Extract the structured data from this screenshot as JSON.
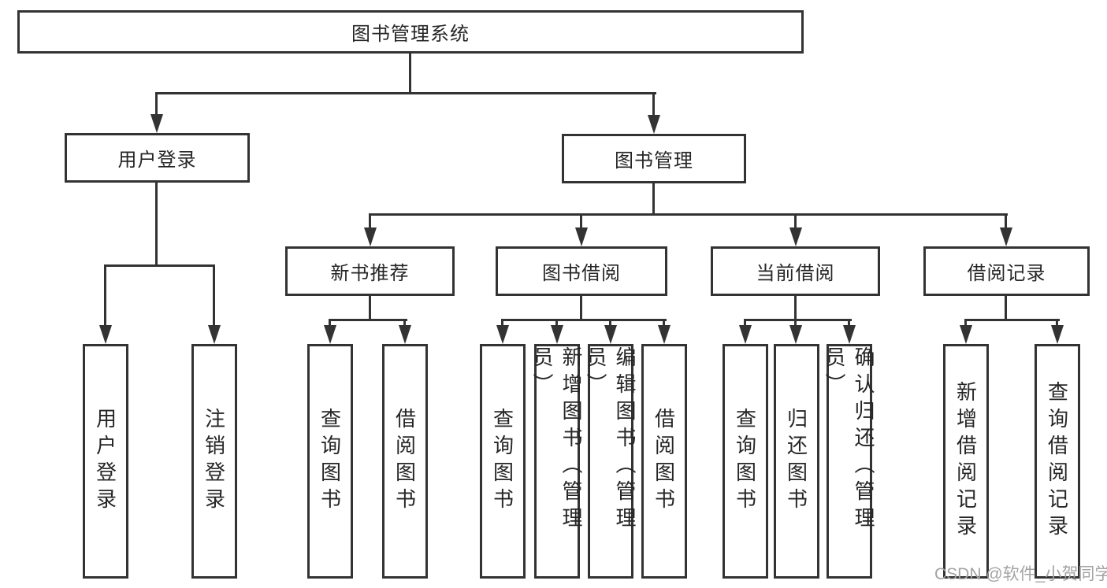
{
  "diagram": {
    "root": {
      "label": "图书管理系统"
    },
    "level1": [
      {
        "label": "用户登录"
      },
      {
        "label": "图书管理"
      }
    ],
    "level2": [
      {
        "label": "新书推荐"
      },
      {
        "label": "图书借阅"
      },
      {
        "label": "当前借阅"
      },
      {
        "label": "借阅记录"
      }
    ],
    "leaves": [
      {
        "label": "用户登录"
      },
      {
        "label": "注销登录"
      },
      {
        "label": "查询图书"
      },
      {
        "label": "借阅图书"
      },
      {
        "label": "查询图书"
      },
      {
        "label": "新增图书（管理员）"
      },
      {
        "label": "编辑图书（管理员）"
      },
      {
        "label": "借阅图书"
      },
      {
        "label": "查询图书"
      },
      {
        "label": "归还图书"
      },
      {
        "label": "确认归还（管理员）"
      },
      {
        "label": "新增借阅记录"
      },
      {
        "label": "查询借阅记录"
      }
    ]
  },
  "watermark": {
    "text": "CSDN @软件_小贺同学"
  },
  "colors": {
    "line": "#333333",
    "text": "#262626",
    "watermark": "#a3a3a3",
    "background": "#ffffff"
  }
}
